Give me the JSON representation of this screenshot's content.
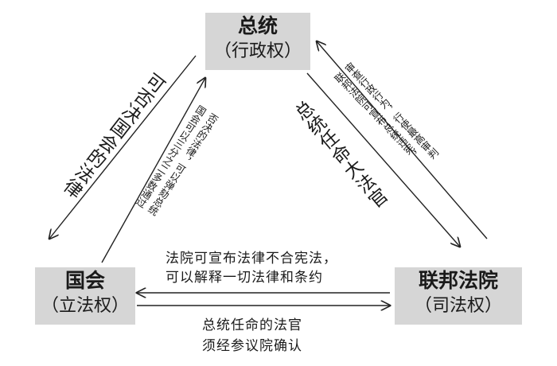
{
  "nodes": {
    "president": {
      "name": "总统",
      "role": "（行政权）"
    },
    "congress": {
      "name": "国会",
      "role": "（立法权）"
    },
    "court": {
      "name": "联邦法院",
      "role": "（司法权）"
    }
  },
  "edges": {
    "president_to_congress": "可否决国会的法律",
    "congress_to_president": [
      "国会可以三分之二多数通过",
      "否决的法律，可以弹劾总统"
    ],
    "president_to_court": "总统任命大法官",
    "court_to_president": [
      "联邦法院可宣布总统违宪，",
      "审查行政行为，行使最高审判"
    ],
    "court_to_congress": [
      "法院可宣布法律不合宪法，",
      "可以解释一切法律和条约"
    ],
    "congress_to_court": [
      "总统任命的法官",
      "须经参议院确认"
    ]
  }
}
